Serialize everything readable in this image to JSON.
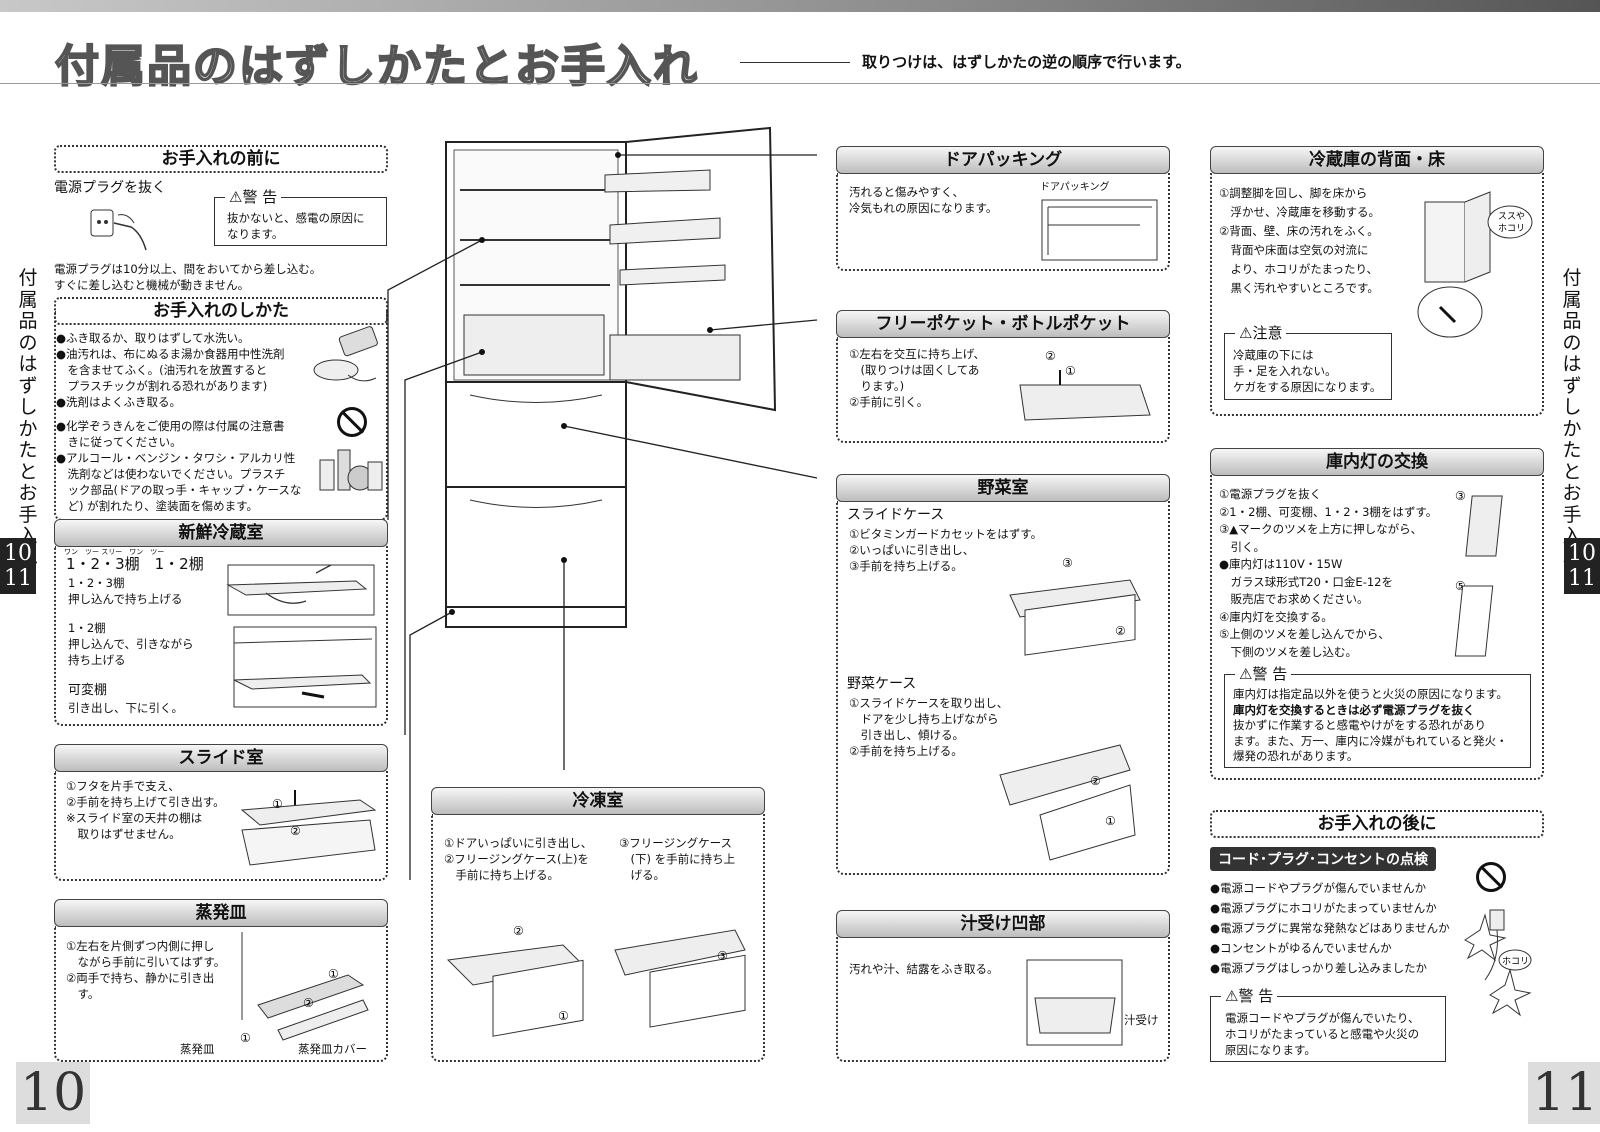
{
  "header": {
    "title": "付属品のはずしかたとお手入れ",
    "subtitle": "取りつけは、はずしかたの逆の順序で行います。"
  },
  "side_label": "付属品のはずしかたとお手入れ",
  "side_num": [
    "10",
    "11"
  ],
  "pages": {
    "left": "10",
    "right": "11"
  },
  "before_care": {
    "heading": "お手入れの前に",
    "unplug": "電源プラグを抜く",
    "warning_title": "警 告",
    "warning_lines": [
      "抜かないと、感電の原因に",
      "なります。"
    ],
    "note_lines": [
      "電源プラグは10分以上、間をおいてから差し込む。",
      "すぐに差し込むと機械が動きません。"
    ]
  },
  "how_to_care": {
    "heading": "お手入れのしかた",
    "lines": [
      "●ふき取るか、取りはずして水洗い。",
      "●油汚れは、布にぬるま湯か食器用中性洗剤",
      "　を含ませてふく。(油汚れを放置すると",
      "　プラスチックが割れる恐れがあります)",
      "●洗剤はよくふき取る。"
    ],
    "lines2": [
      "●化学ぞうきんをご使用の際は付属の注意書",
      "　きに従ってください。",
      "●アルコール・ベンジン・タワシ・アルカリ性",
      "　洗剤などは使わないでください。プラスチ",
      "　ック部品(ドアの取っ手・キャップ・ケースな",
      "　ど) が割れたり、塗装面を傷めます。"
    ]
  },
  "fresh_room": {
    "heading": "新鮮冷蔵室",
    "ruby": "ワン　ツー スリー　ワン　ツー",
    "shelves": "1・2・3棚　1・2棚",
    "s1_title": "1・2・3棚",
    "s1_text": "押し込んで持ち上げる",
    "s2_title": "1・2棚",
    "s2_text": [
      "押し込んで、引きながら",
      "持ち上げる"
    ],
    "s3_title": "可変棚",
    "s3_text": "引き出し、下に引く。"
  },
  "slide_room": {
    "heading": "スライド室",
    "lines": [
      "①フタを片手で支え、",
      "②手前を持ち上げて引き出す。",
      "※スライド室の天井の棚は",
      "　取りはずせません。"
    ]
  },
  "evap_tray": {
    "heading": "蒸発皿",
    "lines": [
      "①左右を片側ずつ内側に押し",
      "　ながら手前に引いてはずす。",
      "②両手で持ち、静かに引き出",
      "　す。"
    ],
    "label_tray": "蒸発皿",
    "label_cover": "蒸発皿カバー"
  },
  "freezer": {
    "heading": "冷凍室",
    "col1": [
      "①ドアいっぱいに引き出し、",
      "②フリージングケース(上)を",
      "　手前に持ち上げる。"
    ],
    "col2": [
      "③フリージングケース",
      "　(下) を手前に持ち上",
      "　げる。"
    ]
  },
  "door_packing": {
    "heading": "ドアパッキング",
    "lines": [
      "汚れると傷みやすく、",
      "冷気もれの原因になります。"
    ],
    "fig_label": "ドアパッキング"
  },
  "free_pocket": {
    "heading": "フリーポケット・ボトルポケット",
    "lines": [
      "①左右を交互に持ち上げ、",
      "　(取りつけは固くしてあ",
      "　ります。)",
      "②手前に引く。"
    ]
  },
  "vegetable": {
    "heading": "野菜室",
    "slide_title": "スライドケース",
    "slide_lines": [
      "①ビタミンガードカセットをはずす。",
      "②いっぱいに引き出し、",
      "③手前を持ち上げる。"
    ],
    "case_title": "野菜ケース",
    "case_lines": [
      "①スライドケースを取り出し、",
      "　ドアを少し持ち上げながら",
      "　引き出し、傾ける。",
      "②手前を持ち上げる。"
    ]
  },
  "drip": {
    "heading": "汁受け凹部",
    "text": "汚れや汁、結露をふき取る。",
    "fig_label": "汁受け"
  },
  "back_floor": {
    "heading": "冷蔵庫の背面・床",
    "lines": [
      "①調整脚を回し、脚を床から",
      "　浮かせ、冷蔵庫を移動する。",
      "②背面、壁、床の汚れをふく。",
      "　背面や床面は空気の対流に",
      "　より、ホコリがたまったり、",
      "　黒く汚れやすいところです。"
    ],
    "bubble": [
      "ススや",
      "ホコリ"
    ],
    "caution_title": "注意",
    "caution_lines": [
      "冷蔵庫の下には",
      "手・足を入れない。",
      "ケガをする原因になります。"
    ]
  },
  "lamp": {
    "heading": "庫内灯の交換",
    "lines": [
      "①電源プラグを抜く",
      "②1・2棚、可変棚、1・2・3棚をはずす。",
      "③▲マークのツメを上方に押しながら、",
      "　引く。",
      "●庫内灯は110V・15W",
      "　ガラス球形式T20・口金E-12を",
      "　販売店でお求めください。",
      "④庫内灯を交換する。",
      "⑤上側のツメを差し込んでから、",
      "　下側のツメを差し込む。"
    ],
    "warning_title": "警 告",
    "warning_lines": [
      "庫内灯は指定品以外を使うと火災の原因になります。",
      "庫内灯を交換するときは必ず電源プラグを抜く",
      "抜かずに作業すると感電やけがをする恐れがあり",
      "ます。また、万一、庫内に冷媒がもれていると発火・",
      "爆発の恐れがあります。"
    ]
  },
  "after_care": {
    "heading": "お手入れの後に",
    "badge": "コード･プラグ･コンセントの点検",
    "items": [
      "●電源コードやプラグが傷んでいませんか",
      "●電源プラグにホコリがたまっていませんか",
      "●電源プラグに異常な発熱などはありませんか",
      "●コンセントがゆるんでいませんか",
      "●電源プラグはしっかり差し込みましたか"
    ],
    "dust_label": "ホコリ",
    "warning_title": "警 告",
    "warning_lines": [
      "電源コードやプラグが傷んでいたり、",
      "ホコリがたまっていると感電や火災の",
      "原因になります。"
    ]
  },
  "circled": [
    "①",
    "②",
    "③",
    "⑤"
  ]
}
